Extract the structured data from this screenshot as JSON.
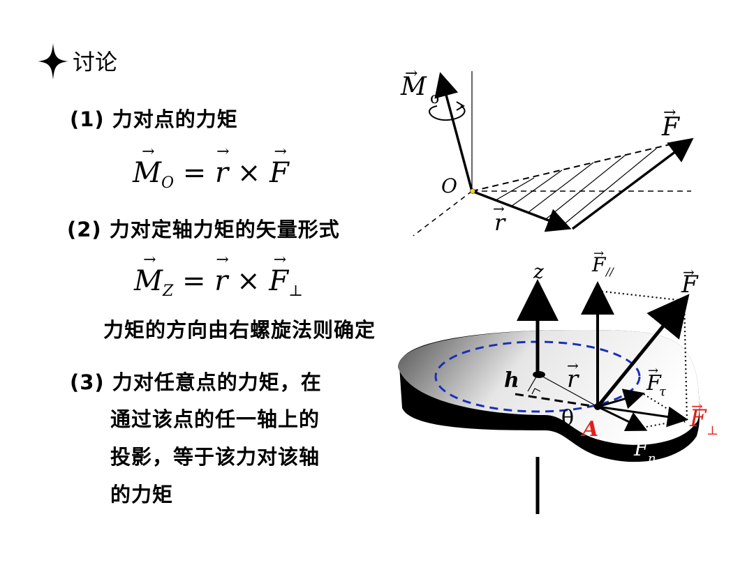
{
  "header": {
    "title": "讨论"
  },
  "items": {
    "item1": "(1) 力对点的力矩",
    "item2": "(2) 力对定轴力矩的矢量形式",
    "item2_note": "力矩的方向由右螺旋法则确定",
    "item3_lines": [
      "(3) 力对任意点的力矩，在",
      "通过该点的任一轴上的",
      "投影，等于该力对该轴",
      "的力矩"
    ]
  },
  "formulas": {
    "f1": {
      "lhs": "M",
      "lhs_sub": "O",
      "eq": "=",
      "r": "r",
      "times": "×",
      "F": "F",
      "F_sub": ""
    },
    "f2": {
      "lhs": "M",
      "lhs_sub": "Z",
      "eq": "=",
      "r": "r",
      "times": "×",
      "F": "F",
      "F_sub": "⊥"
    }
  },
  "figure_top": {
    "M": "M",
    "M_sub": "o",
    "F": "F",
    "O": "O",
    "r": "r"
  },
  "figure_bottom": {
    "z": "z",
    "F_par": "F",
    "F_par_sub": "//",
    "F": "F",
    "h": "h",
    "r": "r",
    "F_tau": "F",
    "F_tau_sub": "τ",
    "theta": "θ",
    "A": "A",
    "F_perp": "F",
    "F_perp_sub": "⊥",
    "F_n": "F",
    "F_n_sub": "n"
  },
  "colors": {
    "text": "#000000",
    "accent_red": "#e0201a",
    "dashed_blue": "#1a2fb8",
    "point_yellow": "#f2d21c"
  }
}
